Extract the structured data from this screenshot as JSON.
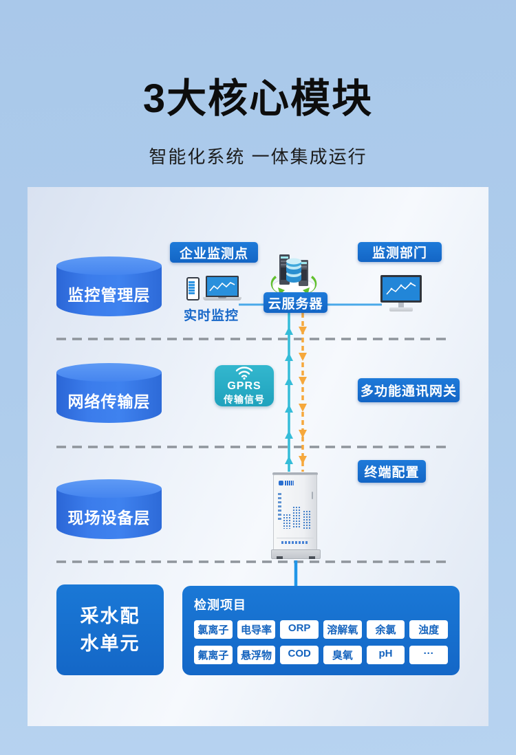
{
  "header": {
    "title": "3大核心模块",
    "subtitle": "智能化系统 一体集成运行"
  },
  "layers": [
    {
      "label": "监控管理层"
    },
    {
      "label": "网络传输层"
    },
    {
      "label": "现场设备层"
    }
  ],
  "monitoring_layer": {
    "enterprise_point": "企业监测点",
    "realtime_monitor": "实时监控",
    "cloud_server": "云服务器",
    "department": "监测部门"
  },
  "network_layer": {
    "gprs_title": "GPRS",
    "gprs_subtitle": "传输信号",
    "gateway": "多功能通讯网关"
  },
  "field_layer": {
    "terminal_config": "终端配置"
  },
  "water_unit": {
    "line1": "采水配",
    "line2": "水单元"
  },
  "detection": {
    "title": "检测项目",
    "row1": [
      "氯离子",
      "电导率",
      "ORP",
      "溶解氧",
      "余氯",
      "浊度"
    ],
    "row2": [
      "氟离子",
      "悬浮物",
      "COD",
      "臭氧",
      "pH",
      "···"
    ]
  },
  "colors": {
    "background": "#afcdec",
    "panel": "#eef3fa",
    "accent_blue": "#1a72d4",
    "cylinder_blue": "#3b7ceb",
    "gprs_teal": "#2aafc7",
    "up_line_teal": "#35bcd8",
    "down_line_orange": "#f6a83c",
    "separator_gray": "#8f959c",
    "pill_text_blue": "#1463be"
  }
}
